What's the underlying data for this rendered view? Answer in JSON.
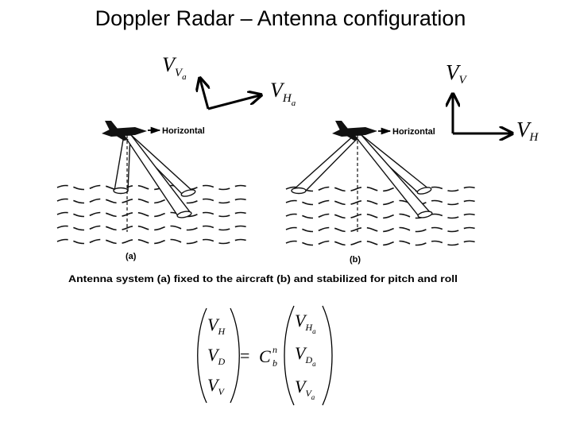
{
  "title": "Doppler Radar – Antenna configuration",
  "figure": {
    "axes_fixed": {
      "vertical": "V",
      "vertical_sub": "V",
      "vertical_subsub": "a",
      "horizontal": "V",
      "horizontal_sub": "H",
      "horizontal_subsub": "a"
    },
    "axes_nav": {
      "vertical": "V",
      "vertical_sub": "V",
      "horizontal": "V",
      "horizontal_sub": "H"
    },
    "panel_a": {
      "direction_label": "Horizontal",
      "caption": "(a)"
    },
    "panel_b": {
      "direction_label": "Horizontal",
      "caption": "(b)"
    },
    "caption": "Antenna system (a) fixed to the aircraft (b) and stabilized for pitch and roll"
  },
  "equation": {
    "lhs": [
      {
        "main": "V",
        "sub": "H"
      },
      {
        "main": "V",
        "sub": "D"
      },
      {
        "main": "V",
        "sub": "V"
      }
    ],
    "equals": "=",
    "matrix": {
      "main": "C",
      "sub": "b",
      "sup": "n"
    },
    "rhs": [
      {
        "main": "V",
        "sub": "H",
        "subsub": "a"
      },
      {
        "main": "V",
        "sub": "D",
        "subsub": "a"
      },
      {
        "main": "V",
        "sub": "V",
        "subsub": "a"
      }
    ]
  }
}
